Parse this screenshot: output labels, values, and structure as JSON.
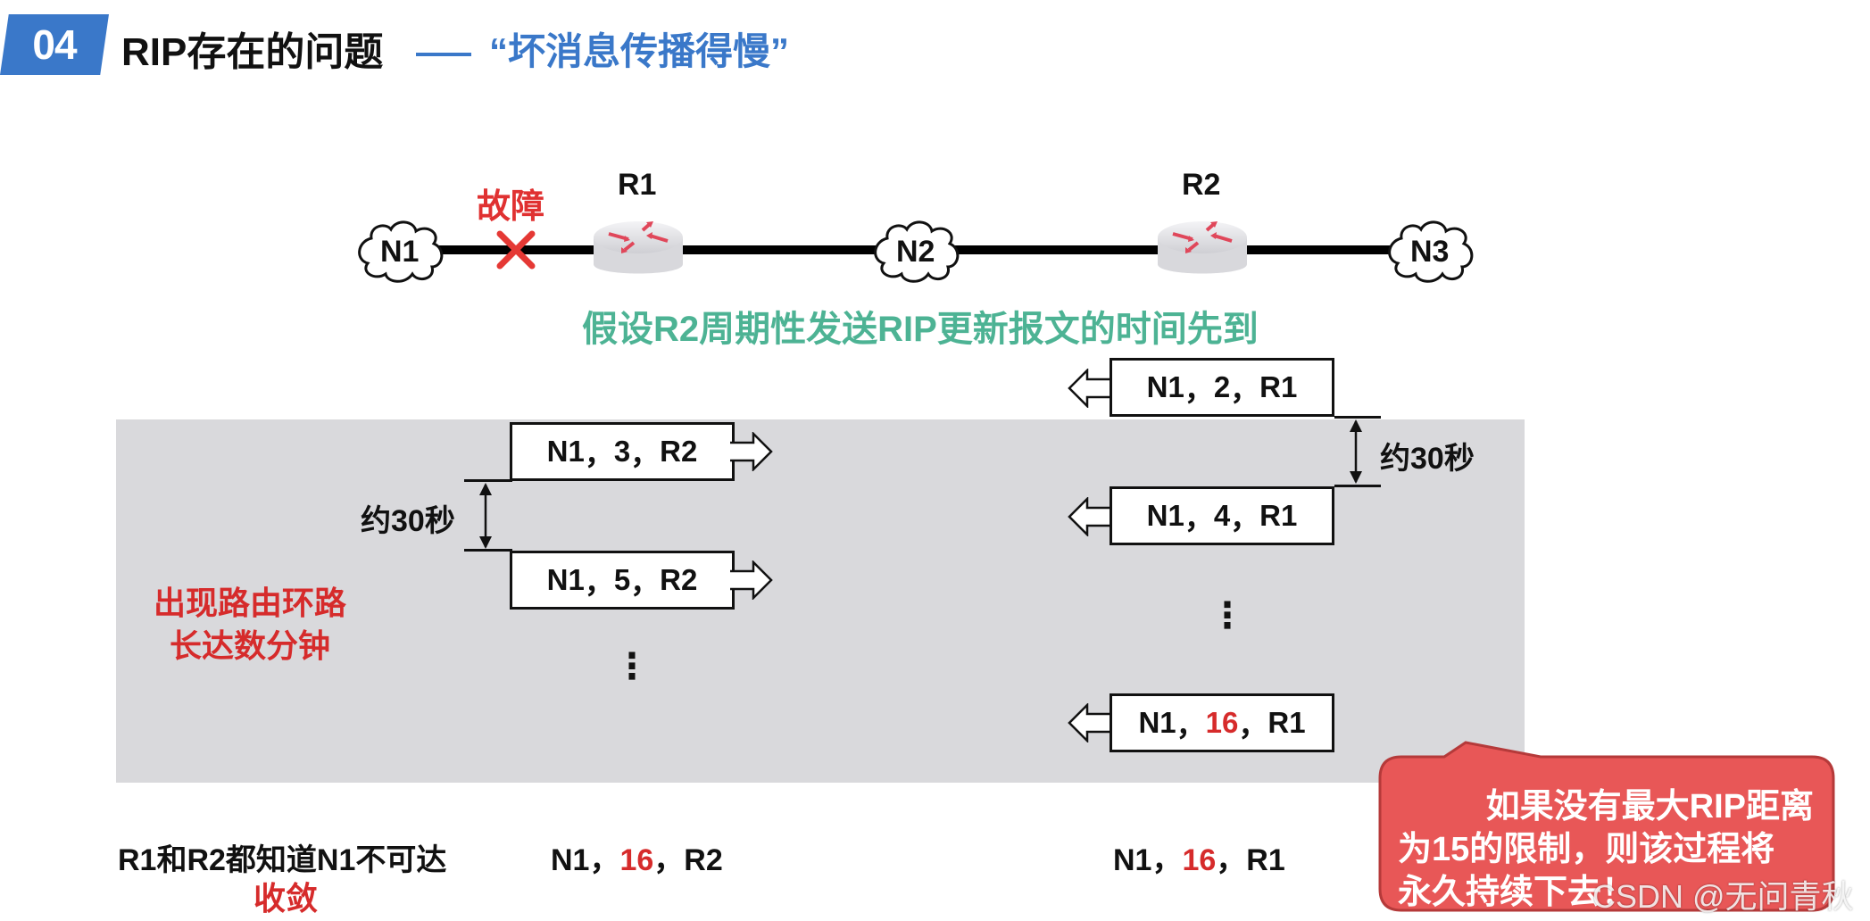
{
  "header": {
    "badge": "04",
    "title": "RIP存在的问题",
    "subtitle": "“坏消息传播得慢”"
  },
  "topology": {
    "nodes": [
      {
        "id": "N1",
        "type": "network",
        "label": "N1"
      },
      {
        "id": "R1",
        "type": "router",
        "label": "R1"
      },
      {
        "id": "N2",
        "type": "network",
        "label": "N2"
      },
      {
        "id": "R2",
        "type": "router",
        "label": "R2"
      },
      {
        "id": "N3",
        "type": "network",
        "label": "N3"
      }
    ],
    "fault_label": "故障",
    "assumption": "假设R2周期性发送RIP更新报文的时间先到"
  },
  "r1_messages": [
    {
      "net": "N1",
      "sep1": "，",
      "dist": "3",
      "sep2": "，",
      "via": "R2",
      "highlight": false
    },
    {
      "net": "N1",
      "sep1": "，",
      "dist": "5",
      "sep2": "，",
      "via": "R2",
      "highlight": false
    }
  ],
  "r2_messages": [
    {
      "net": "N1",
      "sep1": "，",
      "dist": "2",
      "sep2": "，",
      "via": "R1",
      "highlight": false
    },
    {
      "net": "N1",
      "sep1": "，",
      "dist": "4",
      "sep2": "，",
      "via": "R1",
      "highlight": false
    },
    {
      "net": "N1",
      "sep1": "，",
      "dist": "16",
      "sep2": "，",
      "via": "R1",
      "highlight": true
    }
  ],
  "interval_label": "约30秒",
  "loop_note": [
    "出现路由环路",
    "长达数分钟"
  ],
  "ellipsis": "⋮",
  "final": {
    "statement": "R1和R2都知道N1不可达",
    "converge": "收敛",
    "r1": {
      "net": "N1",
      "sep1": "，",
      "dist": "16",
      "sep2": "，",
      "via": "R2"
    },
    "r2": {
      "net": "N1",
      "sep1": "，",
      "dist": "16",
      "sep2": "，",
      "via": "R1"
    }
  },
  "callout": {
    "lines": [
      "如果没有最大RIP距离",
      "为15的限制，则该过程将",
      "永久持续下去！"
    ]
  },
  "watermark": "CSDN @无问青秋",
  "colors": {
    "accent_blue": "#3a78c9",
    "alert_red": "#d62b2b",
    "assumption_green": "#4db394",
    "panel_gray": "#d9d9dc",
    "callout_red": "#e85757"
  }
}
